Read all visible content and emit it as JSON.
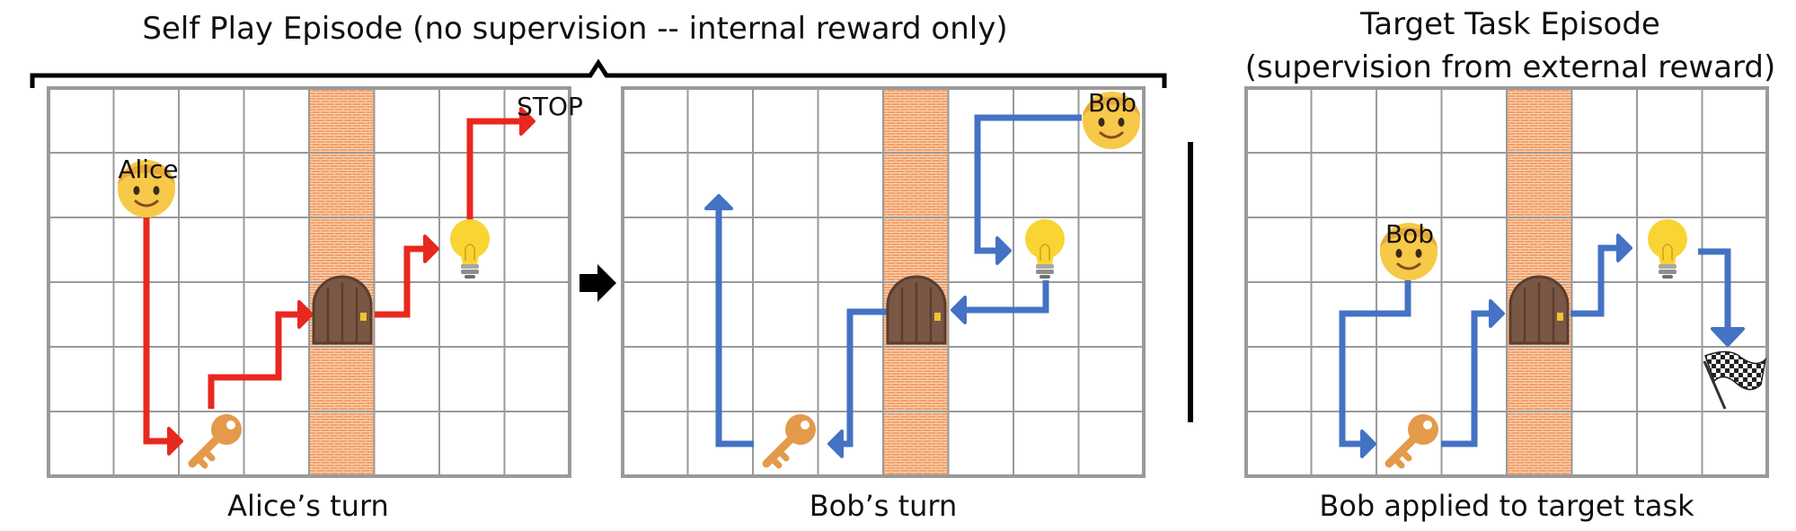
{
  "self_play": {
    "title": "Self Play Episode (no supervision -- internal reward only)"
  },
  "target": {
    "title_line1": "Target Task Episode",
    "title_line2": "(supervision from external reward)"
  },
  "panels": {
    "alice": {
      "caption": "Alice’s turn",
      "agent_label": "Alice",
      "stop_label": "STOP"
    },
    "bob": {
      "caption": "Bob’s turn",
      "agent_label": "Bob"
    },
    "target": {
      "caption": "Bob applied to target task",
      "agent_label": "Bob"
    }
  },
  "grid": {
    "columns": 8,
    "rows": 6,
    "wall_column": 4
  },
  "colors": {
    "alice_path": "#e8281e",
    "bob_path": "#4472c4",
    "wall": "#f3a06a",
    "grid_line": "#9a9a9a",
    "door": "#7a5644",
    "key": "#e39a4a",
    "bulb": "#f9d433",
    "face": "#f7c948"
  },
  "icons": [
    "alice-face-icon",
    "bob-face-icon",
    "key-icon",
    "door-icon",
    "lightbulb-icon",
    "checkered-flag-icon",
    "arrow-right-icon"
  ]
}
